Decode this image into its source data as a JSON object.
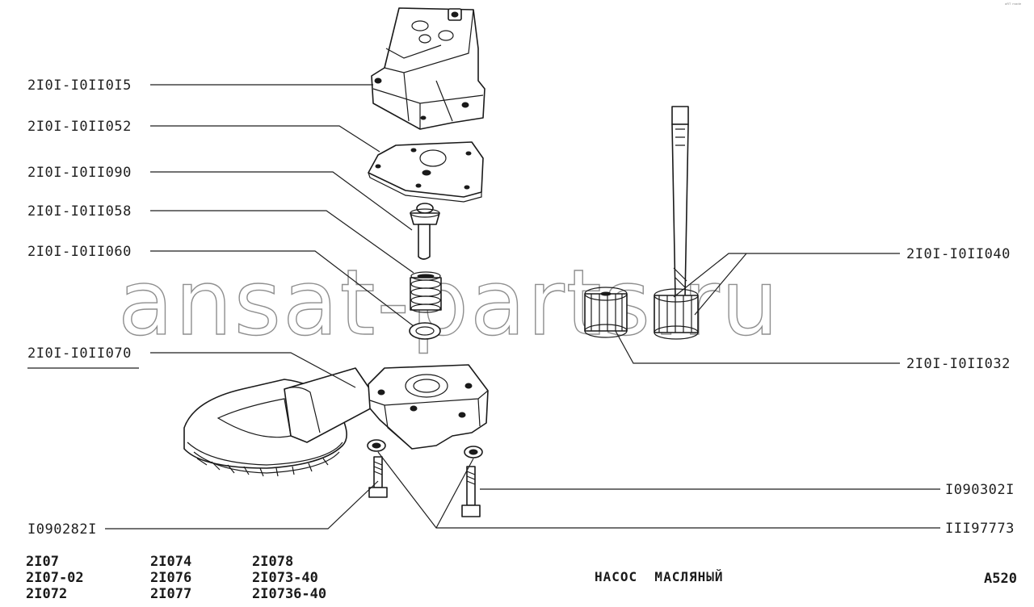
{
  "watermark": "ansat-parts.ru",
  "corner_mark": "ᵃᴿᵀ ᵐᵃᵈᵉ",
  "parts": {
    "cover": "2I0I-I0II0I5",
    "plate": "2I0I-I0II052",
    "valve": "2I0I-I0II090",
    "spring": "2I0I-I0II058",
    "washer": "2I0I-I0II060",
    "housing": "2I0I-I0II070",
    "shaft": "2I0I-I0II040",
    "gear": "2I0I-I0II032",
    "bolt_right": "I090302I",
    "bolt_left": "I090282I",
    "washer_small": "III97773"
  },
  "models": {
    "col1": [
      "2I07",
      "2I07-02",
      "2I072"
    ],
    "col2": [
      "2I074",
      "2I076",
      "2I077"
    ],
    "col3": [
      "2I078",
      "2I073-40",
      "2I0736-40"
    ]
  },
  "title": "НАСОС  МАСЛЯНЫЙ",
  "sheet_code": "A520"
}
